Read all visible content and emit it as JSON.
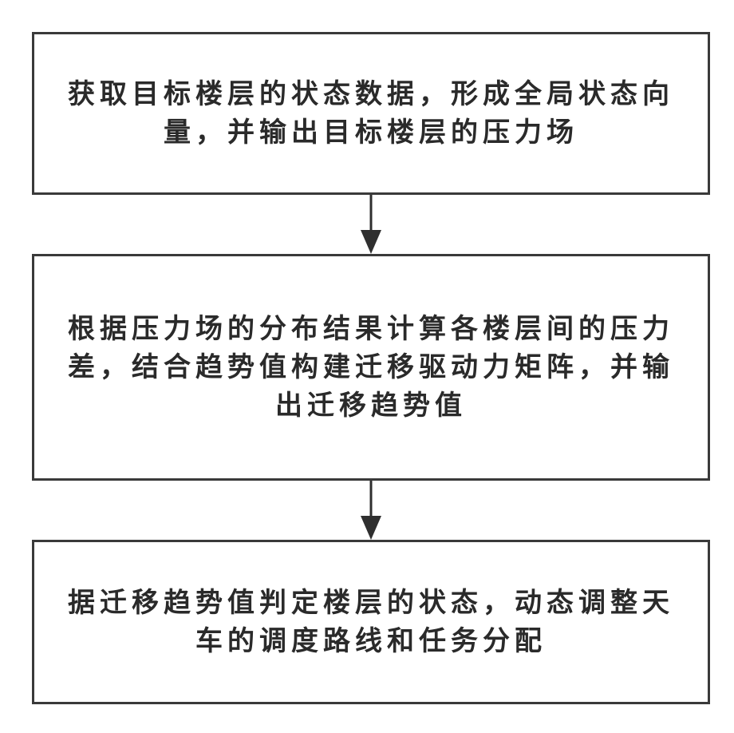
{
  "flowchart": {
    "steps": [
      {
        "text": "获取目标楼层的状态数据，形成全局状态向量，并输出目标楼层的压力场"
      },
      {
        "text": "根据压力场的分布结果计算各楼层间的压力差，结合趋势值构建迁移驱动力矩阵，并输出迁移趋势值"
      },
      {
        "text": "据迁移趋势值判定楼层的状态，动态调整天车的调度路线和任务分配"
      }
    ],
    "connector_color": "#2f2f2f",
    "border_color": "#3a3a3a",
    "background_color": "#ffffff"
  }
}
